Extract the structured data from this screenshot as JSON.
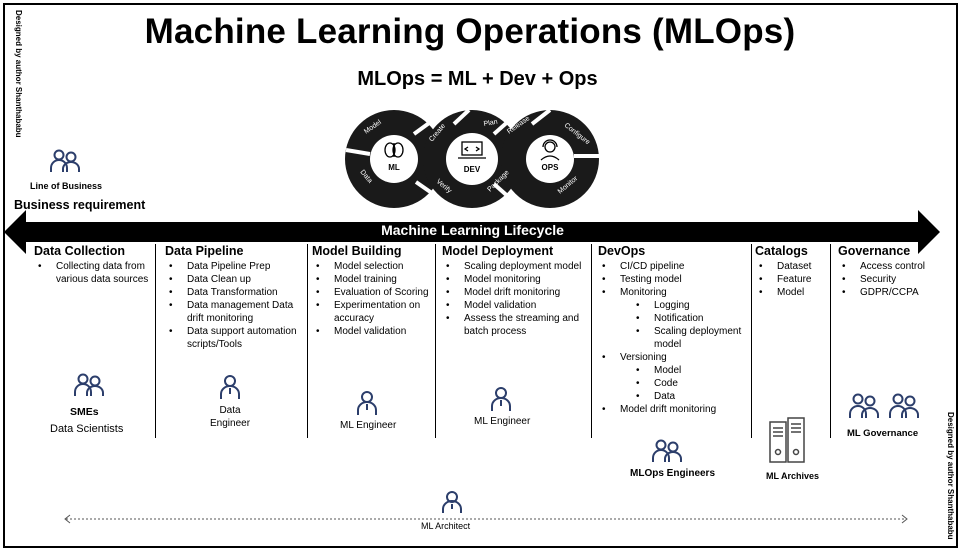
{
  "title": "Machine Learning Operations (MLOps)",
  "formula": "MLOps = ML + Dev + Ops",
  "credit": "Designed by author Shanthababu",
  "business": {
    "actor": "Line of Business",
    "requirement": "Business requirement"
  },
  "lifecycle_label": "Machine Learning Lifecycle",
  "cycle": {
    "nodes": [
      "ML",
      "DEV",
      "OPS"
    ],
    "stages": [
      "Model",
      "Data",
      "Create",
      "Verify",
      "Plan",
      "Package",
      "Release",
      "Configure",
      "Monitor"
    ]
  },
  "columns": [
    {
      "title": "Data Collection",
      "items": [
        {
          "text": "Collecting data from various data sources",
          "level": 1
        }
      ],
      "roles": [
        "SMEs",
        "Data Scientists"
      ]
    },
    {
      "title": "Data Pipeline",
      "items": [
        {
          "text": "Data Pipeline Prep",
          "level": 1
        },
        {
          "text": "Data Clean up",
          "level": 1
        },
        {
          "text": "Data Transformation",
          "level": 1
        },
        {
          "text": "Data management Data drift monitoring",
          "level": 1
        },
        {
          "text": "Data support  automation scripts/Tools",
          "level": 1
        }
      ],
      "roles": [
        "Data Engineer"
      ]
    },
    {
      "title": "Model Building",
      "items": [
        {
          "text": "Model selection",
          "level": 1
        },
        {
          "text": "Model training",
          "level": 1
        },
        {
          "text": "Evaluation of Scoring",
          "level": 1
        },
        {
          "text": "Experimentation on accuracy",
          "level": 1
        },
        {
          "text": "Model validation",
          "level": 1
        }
      ],
      "roles": [
        "ML  Engineer"
      ]
    },
    {
      "title": "Model Deployment",
      "items": [
        {
          "text": "Scaling  deployment model",
          "level": 1
        },
        {
          "text": "Model monitoring",
          "level": 1
        },
        {
          "text": "Model drift monitoring",
          "level": 1
        },
        {
          "text": "Model validation",
          "level": 1
        },
        {
          "text": "Assess the streaming and batch process",
          "level": 1
        }
      ],
      "roles": [
        "ML  Engineer"
      ]
    },
    {
      "title": "DevOps",
      "items": [
        {
          "text": "CI/CD pipeline",
          "level": 1
        },
        {
          "text": "Testing model",
          "level": 1
        },
        {
          "text": "Monitoring",
          "level": 1
        },
        {
          "text": "Logging",
          "level": 2
        },
        {
          "text": "Notification",
          "level": 2
        },
        {
          "text": "Scaling  deployment model",
          "level": 2
        },
        {
          "text": "Versioning",
          "level": 1
        },
        {
          "text": "Model",
          "level": 2
        },
        {
          "text": "Code",
          "level": 2
        },
        {
          "text": "Data",
          "level": 2
        },
        {
          "text": "Model drift monitoring",
          "level": 1
        }
      ],
      "roles": [
        "MLOps Engineers"
      ]
    },
    {
      "title": "Catalogs",
      "items": [
        {
          "text": "Dataset",
          "level": 1
        },
        {
          "text": "Feature",
          "level": 1
        },
        {
          "text": "Model",
          "level": 1
        }
      ],
      "roles": [
        "ML Archives"
      ]
    },
    {
      "title": "Governance",
      "items": [
        {
          "text": "Access control",
          "level": 1
        },
        {
          "text": "Security",
          "level": 1
        },
        {
          "text": "GDPR/CCPA",
          "level": 1
        }
      ],
      "roles": [
        "ML Governance"
      ]
    }
  ],
  "architect": "ML Architect"
}
